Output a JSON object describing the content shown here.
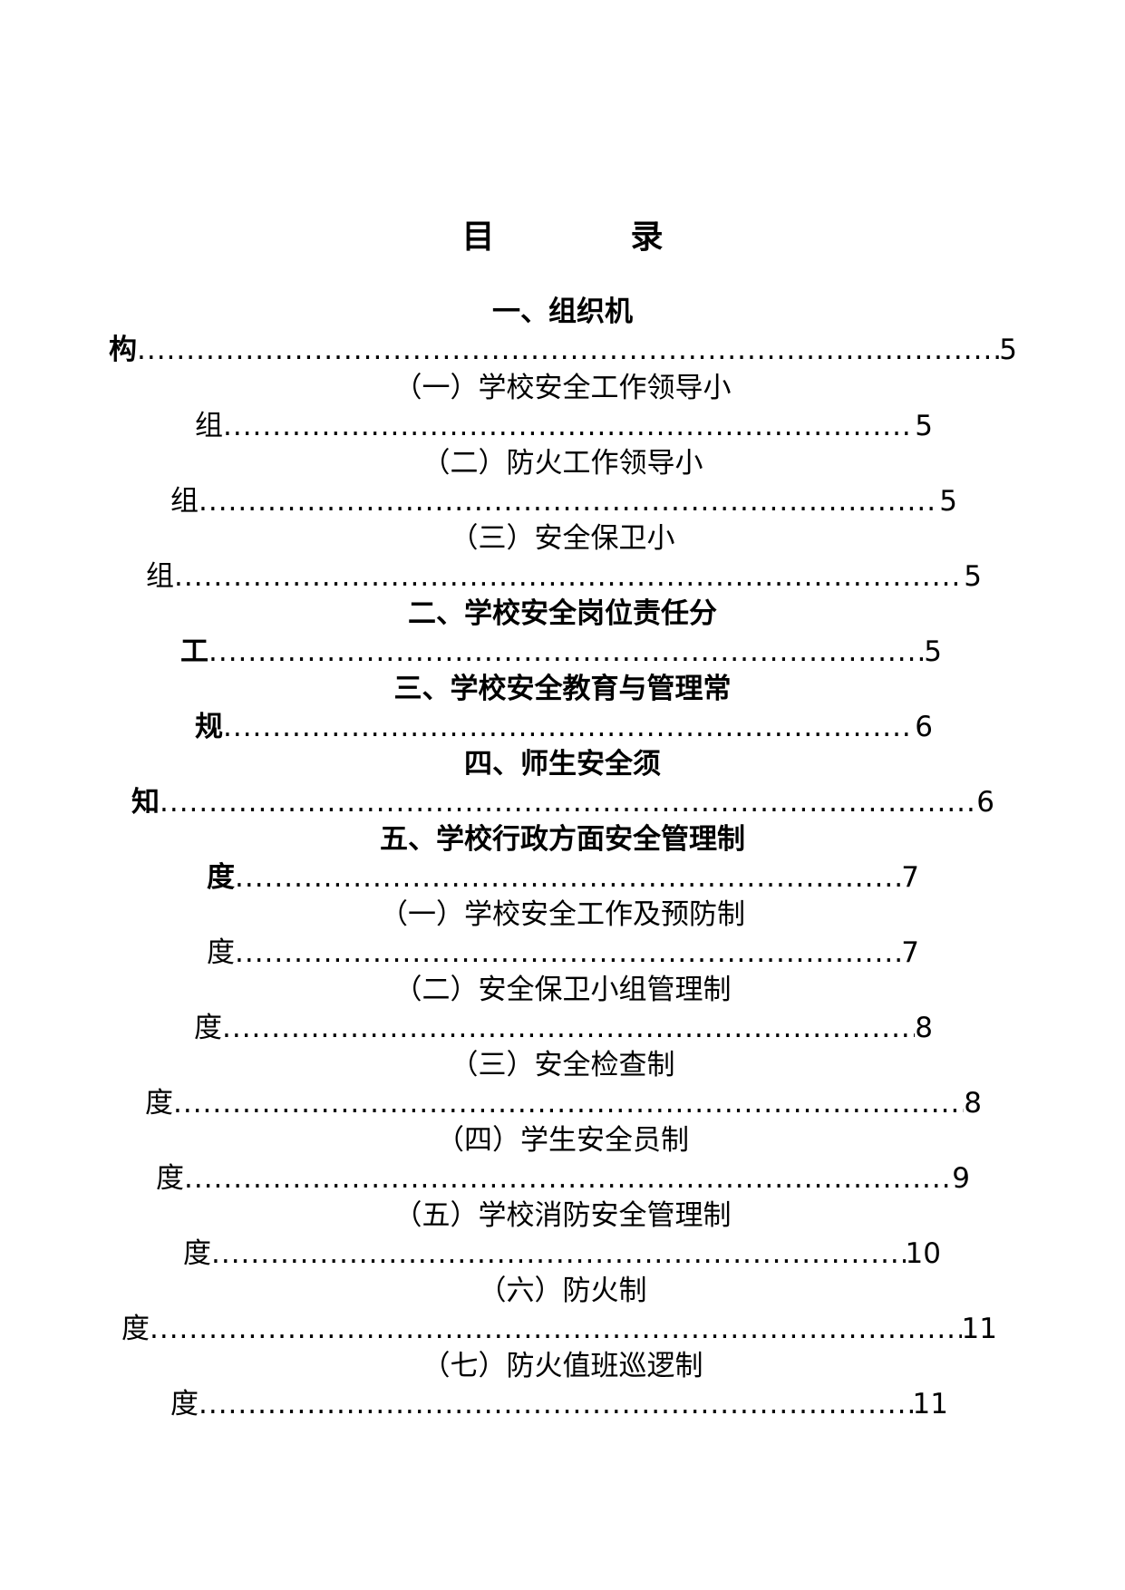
{
  "title": {
    "char1": "目",
    "char2": "录"
  },
  "toc": [
    {
      "heading": "一、组织机",
      "tail": "构",
      "page": "5",
      "bold": true
    },
    {
      "heading": "（一）学校安全工作领导小",
      "tail": "组",
      "page": "5",
      "bold": false
    },
    {
      "heading": "（二）防火工作领导小",
      "tail": "组",
      "page": "5",
      "bold": false
    },
    {
      "heading": "（三）安全保卫小",
      "tail": "组",
      "page": "5",
      "bold": false
    },
    {
      "heading": "二、学校安全岗位责任分",
      "tail": "工",
      "page": "5",
      "bold": true
    },
    {
      "heading": "三、学校安全教育与管理常",
      "tail": "规",
      "page": "6",
      "bold": true
    },
    {
      "heading": "四、师生安全须",
      "tail": "知",
      "page": "6",
      "bold": true
    },
    {
      "heading": "五、学校行政方面安全管理制",
      "tail": "度",
      "page": "7",
      "bold": true
    },
    {
      "heading": "（一）学校安全工作及预防制",
      "tail": "度",
      "page": "7",
      "bold": false
    },
    {
      "heading": "（二）安全保卫小组管理制",
      "tail": "度",
      "page": "8",
      "bold": false
    },
    {
      "heading": "（三）安全检查制",
      "tail": "度",
      "page": "8",
      "bold": false
    },
    {
      "heading": "（四）学生安全员制",
      "tail": "度",
      "page": "9",
      "bold": false
    },
    {
      "heading": "（五）学校消防安全管理制",
      "tail": "度",
      "page": "10",
      "bold": false
    },
    {
      "heading": "（六）防火制",
      "tail": "度",
      "page": "11",
      "bold": false
    },
    {
      "heading": "（七）防火值班巡逻制",
      "tail": "度",
      "page": "11",
      "bold": false
    }
  ]
}
